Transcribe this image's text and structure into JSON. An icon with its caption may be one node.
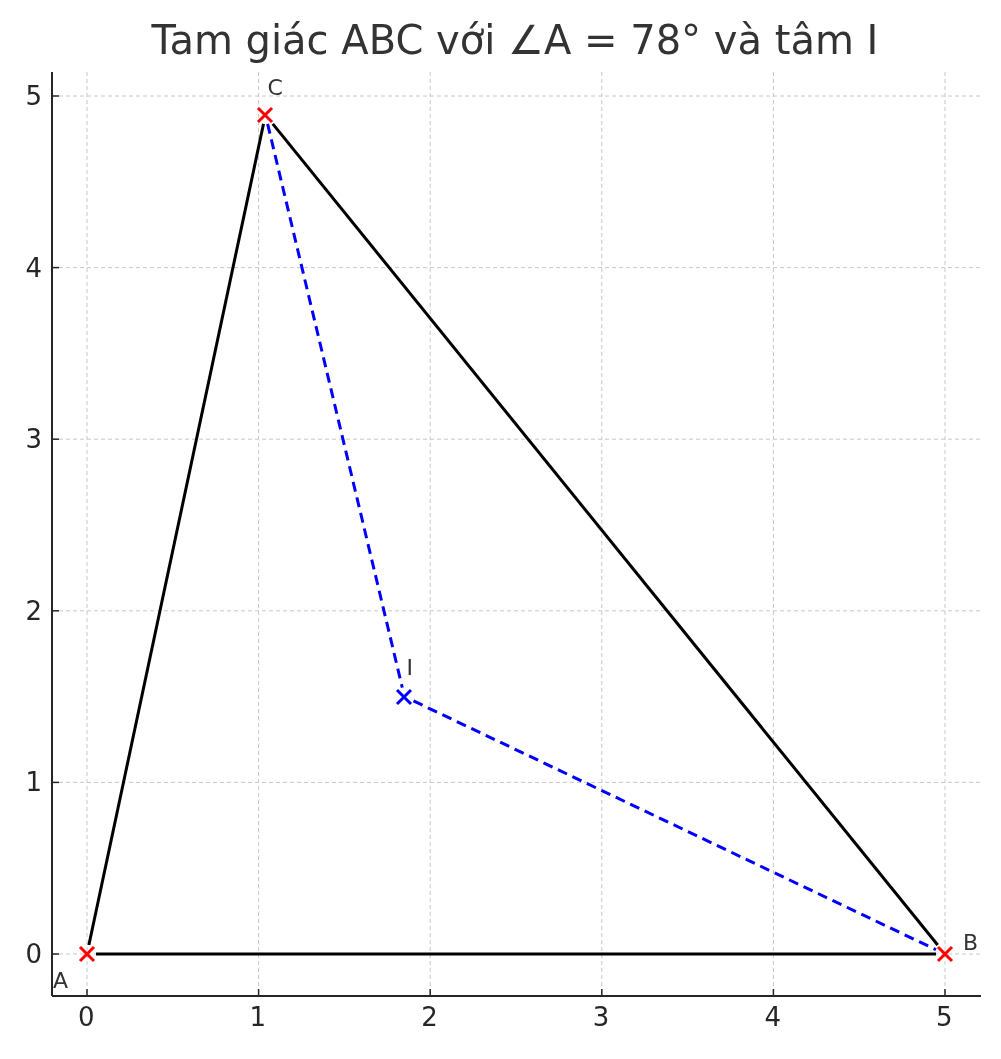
{
  "diagram": {
    "title": "Tam giác ABC với ∠A = 78° và tâm I",
    "nodes": [
      {
        "text": [],
        "shape": "cross",
        "beside": [
          "A"
        ]
      },
      {
        "text": [],
        "shape": "cross",
        "beside": [
          "C"
        ]
      },
      {
        "text": [],
        "shape": "cross",
        "beside": [
          "I"
        ]
      },
      {
        "text": [],
        "shape": "cross",
        "beside": [
          "B"
        ]
      }
    ],
    "edges": [
      {
        "from": 0,
        "to": 3,
        "arrow": "none"
      },
      {
        "from": 3,
        "to": 1,
        "arrow": "none"
      },
      {
        "from": 1,
        "to": 0,
        "arrow": "none"
      },
      {
        "from": 1,
        "to": 2,
        "arrow": "none",
        "style": "dashed",
        "color": "#0000ff"
      },
      {
        "from": 2,
        "to": 3,
        "arrow": "none",
        "style": "dashed",
        "color": "#0000ff"
      }
    ],
    "labels": [
      "5",
      "4",
      "3",
      "2",
      "1",
      "0",
      "0",
      "1",
      "2",
      "3",
      "4",
      "5"
    ]
  }
}
